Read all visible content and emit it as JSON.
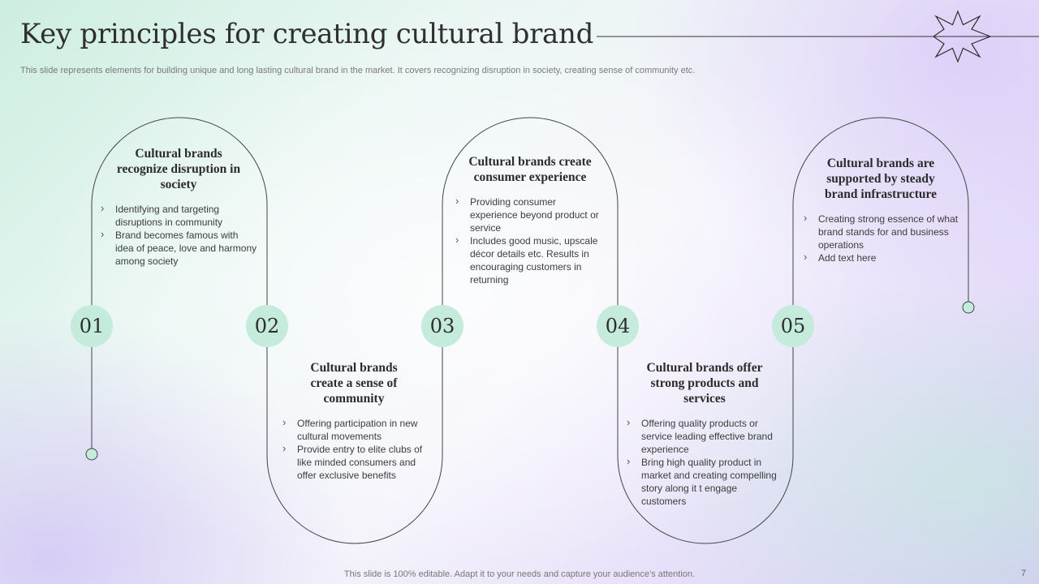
{
  "slide": {
    "title": "Key principles for creating cultural brand",
    "subtitle": "This slide represents elements for building unique and long lasting cultural brand in the market. It covers recognizing disruption in society, creating sense of community etc.",
    "footer": "This slide is 100% editable. Adapt it to your needs and capture your audience’s attention.",
    "page_number": "7"
  },
  "theme": {
    "accent_circle": "#c4ebdc",
    "line_color": "#444444",
    "decoration_icon": "sparkle-starburst-icon"
  },
  "steps": [
    {
      "number": "01",
      "title": "Cultural brands recognize disruption in society",
      "bullets": [
        "Identifying and targeting disruptions in community",
        "Brand becomes famous with idea of peace, love and harmony among society"
      ]
    },
    {
      "number": "02",
      "title": "Cultural brands create a sense of community",
      "bullets": [
        "Offering participation in new cultural movements",
        "Provide entry to elite clubs of like minded consumers and offer exclusive benefits"
      ]
    },
    {
      "number": "03",
      "title": "Cultural brands create consumer experience",
      "bullets": [
        "Providing consumer experience beyond product or service",
        "Includes good music, upscale décor details etc. Results in encouraging customers in returning"
      ]
    },
    {
      "number": "04",
      "title": "Cultural brands offer strong products and services",
      "bullets": [
        "Offering quality products or service leading effective brand experience",
        "Bring high quality product in market and creating compelling story along it t engage customers"
      ]
    },
    {
      "number": "05",
      "title": "Cultural brands are supported by steady brand infrastructure",
      "bullets": [
        "Creating strong essence of what brand stands for and business operations",
        "Add text here"
      ]
    }
  ]
}
